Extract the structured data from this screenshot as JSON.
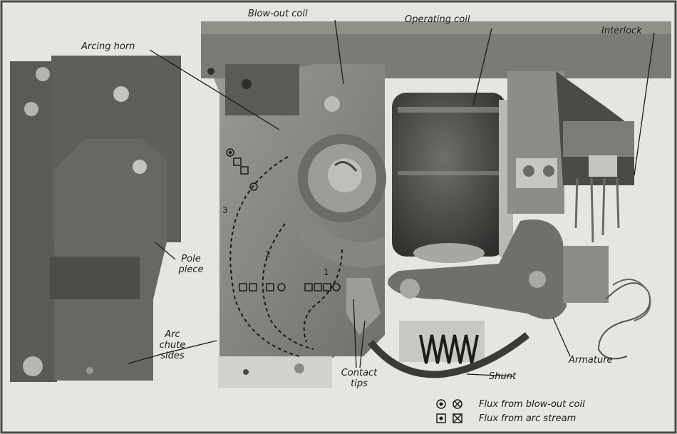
{
  "labels": {
    "blowout_coil": "Blow-out coil",
    "operating_coil": "Operating coil",
    "interlock": "Interlock",
    "arcing_horn": "Arcing horn",
    "pole_piece_1": "Pole",
    "pole_piece_2": "piece",
    "arc_chute_1": "Arc",
    "arc_chute_2": "chute",
    "arc_chute_3": "sides",
    "contact_tips_1": "Contact",
    "contact_tips_2": "tips",
    "armature": "Armature",
    "shunt": "Shunt"
  },
  "arc_positions": [
    "1",
    "2",
    "3"
  ],
  "legend": {
    "blowout_flux": "Flux from blow-out coil",
    "arc_flux": "Flux from arc stream",
    "blowout_symbol_icon": "dot-in-circle-icon",
    "arc_symbol_icon": "dot-in-square-icon"
  },
  "colors": {
    "background": "#e6e6e1",
    "panel_dark": "#545454",
    "metal_mid": "#8a8a86",
    "ink": "#1a1a1a"
  }
}
